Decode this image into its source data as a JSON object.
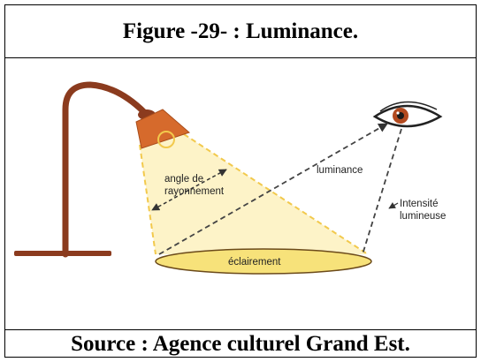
{
  "figure": {
    "title": "Figure -29- : Luminance.",
    "source": "Source : Agence culturel Grand Est."
  },
  "diagram": {
    "labels": {
      "angle_line1": "angle de",
      "angle_line2": "rayonnement",
      "luminance": "luminance",
      "intensity_line1": "Intensité",
      "intensity_line2": "lumineuse",
      "illumination": "éclairement"
    },
    "colors": {
      "lamp": "#8b3b1e",
      "lampshade": "#d66a2c",
      "light_cone": "#fdf3c8",
      "cone_edge": "#f2c94c",
      "illuminated_area": "#f7e27a",
      "eye_iris": "#b34a1f",
      "dashed_line": "#444444"
    }
  }
}
